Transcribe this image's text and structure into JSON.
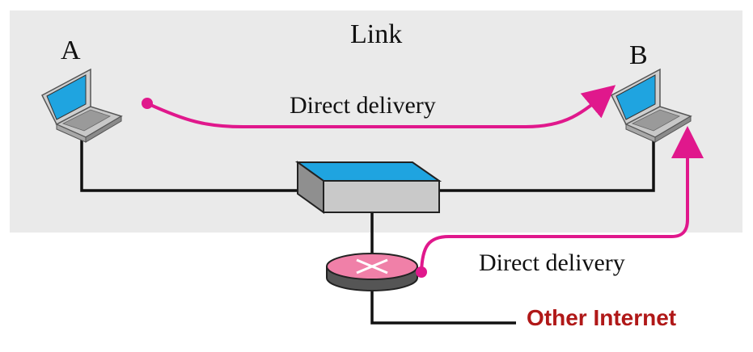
{
  "labels": {
    "link": "Link",
    "host_a": "A",
    "host_b": "B",
    "direct_delivery_top": "Direct delivery",
    "direct_delivery_bottom": "Direct delivery",
    "other_internet": "Other Internet"
  },
  "colors": {
    "link_background": "#eaeaea",
    "delivery_path": "#e0188c",
    "other_internet_text": "#b01818",
    "switch_top": "#1fa4e0",
    "router_top": "#f080a8",
    "wire": "#111111",
    "screen": "#1fa4e0"
  },
  "icons": {
    "host_a": "laptop-icon",
    "host_b": "laptop-icon",
    "switch": "switch-icon",
    "router": "router-icon"
  }
}
